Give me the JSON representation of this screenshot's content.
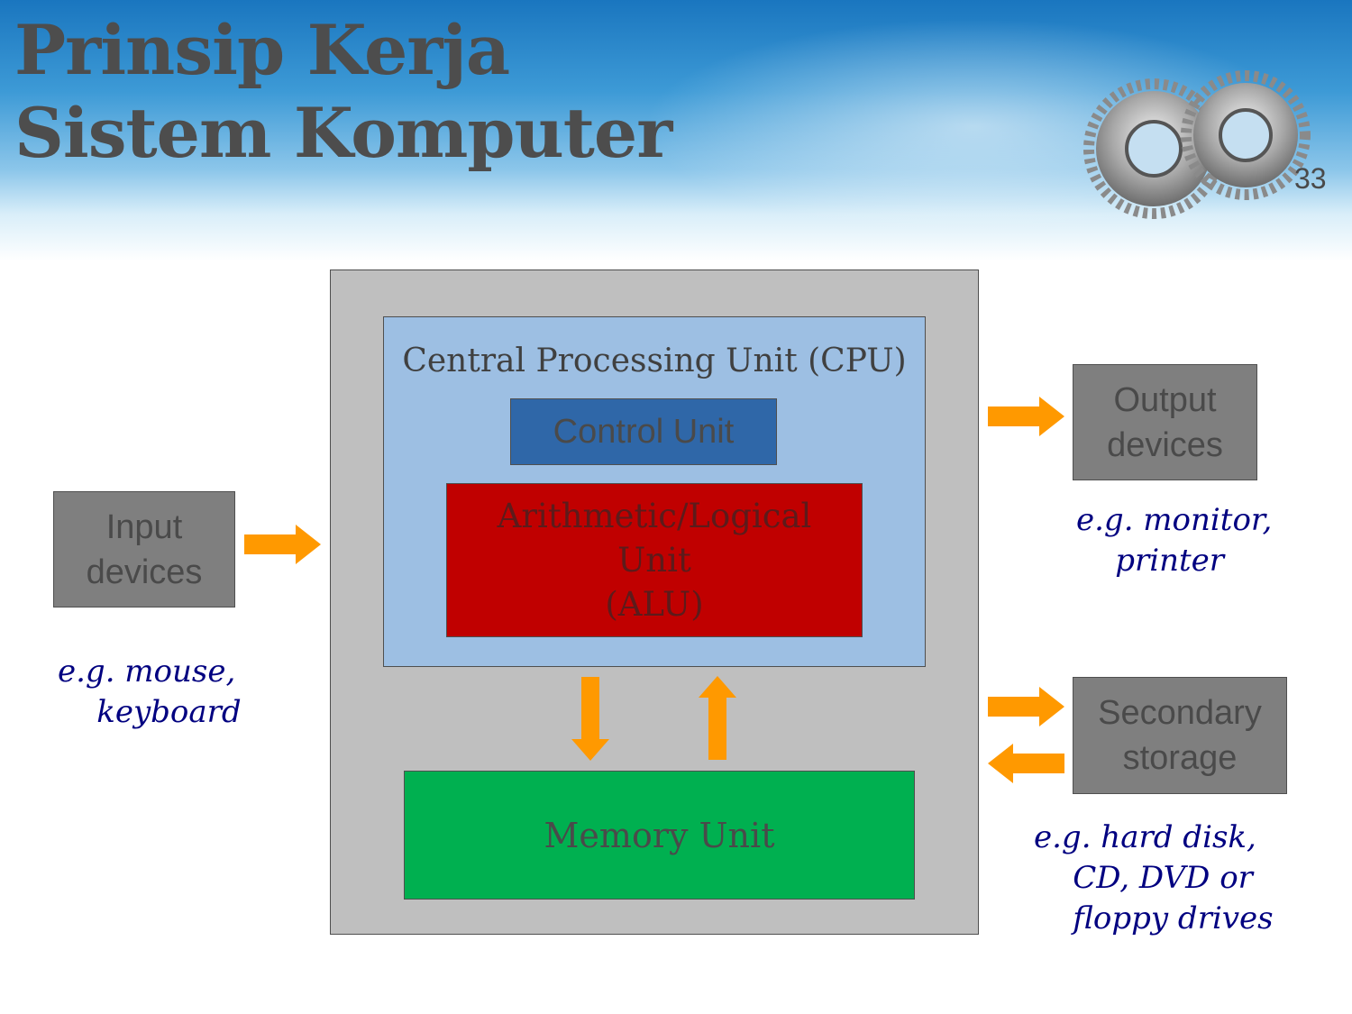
{
  "slide": {
    "title_line1": "Prinsip Kerja",
    "title_line2": "Sistem Komputer",
    "number": "33"
  },
  "diagram": {
    "cpu_label": "Central Processing Unit (CPU)",
    "control_unit": "Control Unit",
    "alu": "Arithmetic/Logical\nUnit\n(ALU)",
    "memory_unit": "Memory Unit",
    "input_label_1": "Input",
    "input_label_2": "devices",
    "output_label_1": "Output",
    "output_label_2": "devices",
    "storage_label_1": "Secondary",
    "storage_label_2": "storage",
    "input_example": "e.g. mouse,\n    keyboard",
    "output_example": "e.g. monitor,\n    printer",
    "storage_example": "e.g. hard disk,\n    CD, DVD or\n    floppy drives"
  },
  "colors": {
    "arrow": "#ff9900",
    "system": "#bfbfbf",
    "cpu": "#9dbfe3",
    "control_unit": "#2f67a8",
    "alu": "#c00000",
    "memory": "#00b050",
    "device": "#7f7f7f",
    "example_text": "#000080"
  }
}
